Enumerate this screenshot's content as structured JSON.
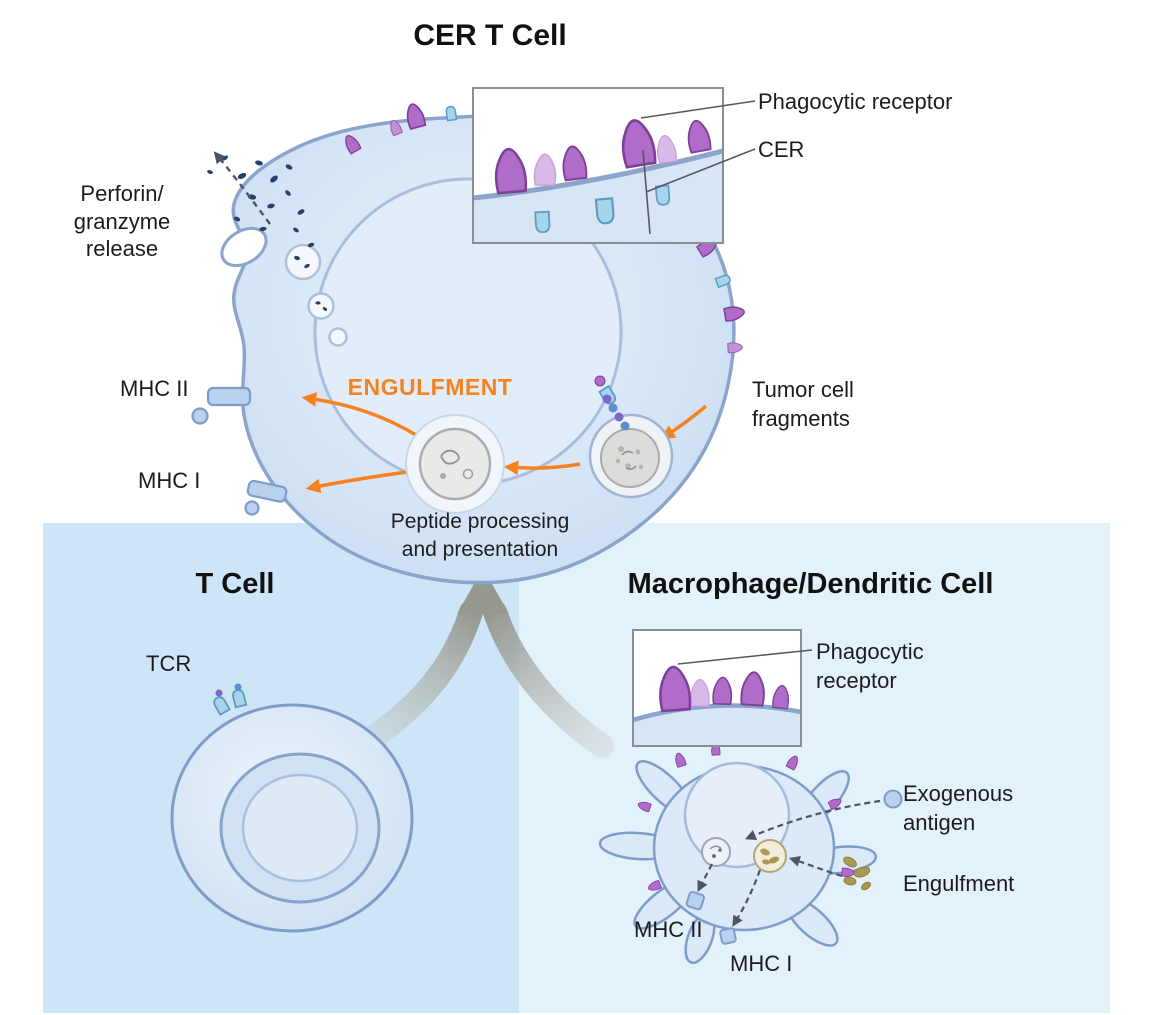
{
  "colors": {
    "accent_orange": "#F5821F",
    "cell_fill": "#D7E5F6",
    "cell_stroke": "#8AA4CB",
    "panel_left_blue": "#CDE5F7",
    "panel_right_blue": "#E3F1FB",
    "receptor_purple": "#AF6CC9",
    "receptor_cyan": "#A5D5EA",
    "granule_navy": "#2B3F6E",
    "arrow_gray": "#96978F",
    "fragment_tan": "#AB9A55"
  },
  "cer_t_cell": {
    "title": "CER T Cell",
    "inset": {
      "phagocytic_receptor_label": "Phagocytic receptor",
      "cer_label": "CER"
    },
    "perforin_label": "Perforin/\ngranzyme\nrelease",
    "mhc2_label": "MHC II",
    "mhc1_label": "MHC I",
    "engulfment_label": "ENGULFMENT",
    "tumor_fragments_label": "Tumor cell\nfragments",
    "peptide_label": "Peptide processing\nand presentation"
  },
  "t_cell": {
    "title": "T Cell",
    "tcr_label": "TCR"
  },
  "macrophage": {
    "title": "Macrophage/Dendritic Cell",
    "inset": {
      "phagocytic_receptor_label": "Phagocytic\nreceptor"
    },
    "exogenous_antigen_label": "Exogenous\nantigen",
    "engulfment_label": "Engulfment",
    "mhc2_label": "MHC II",
    "mhc1_label": "MHC I"
  }
}
